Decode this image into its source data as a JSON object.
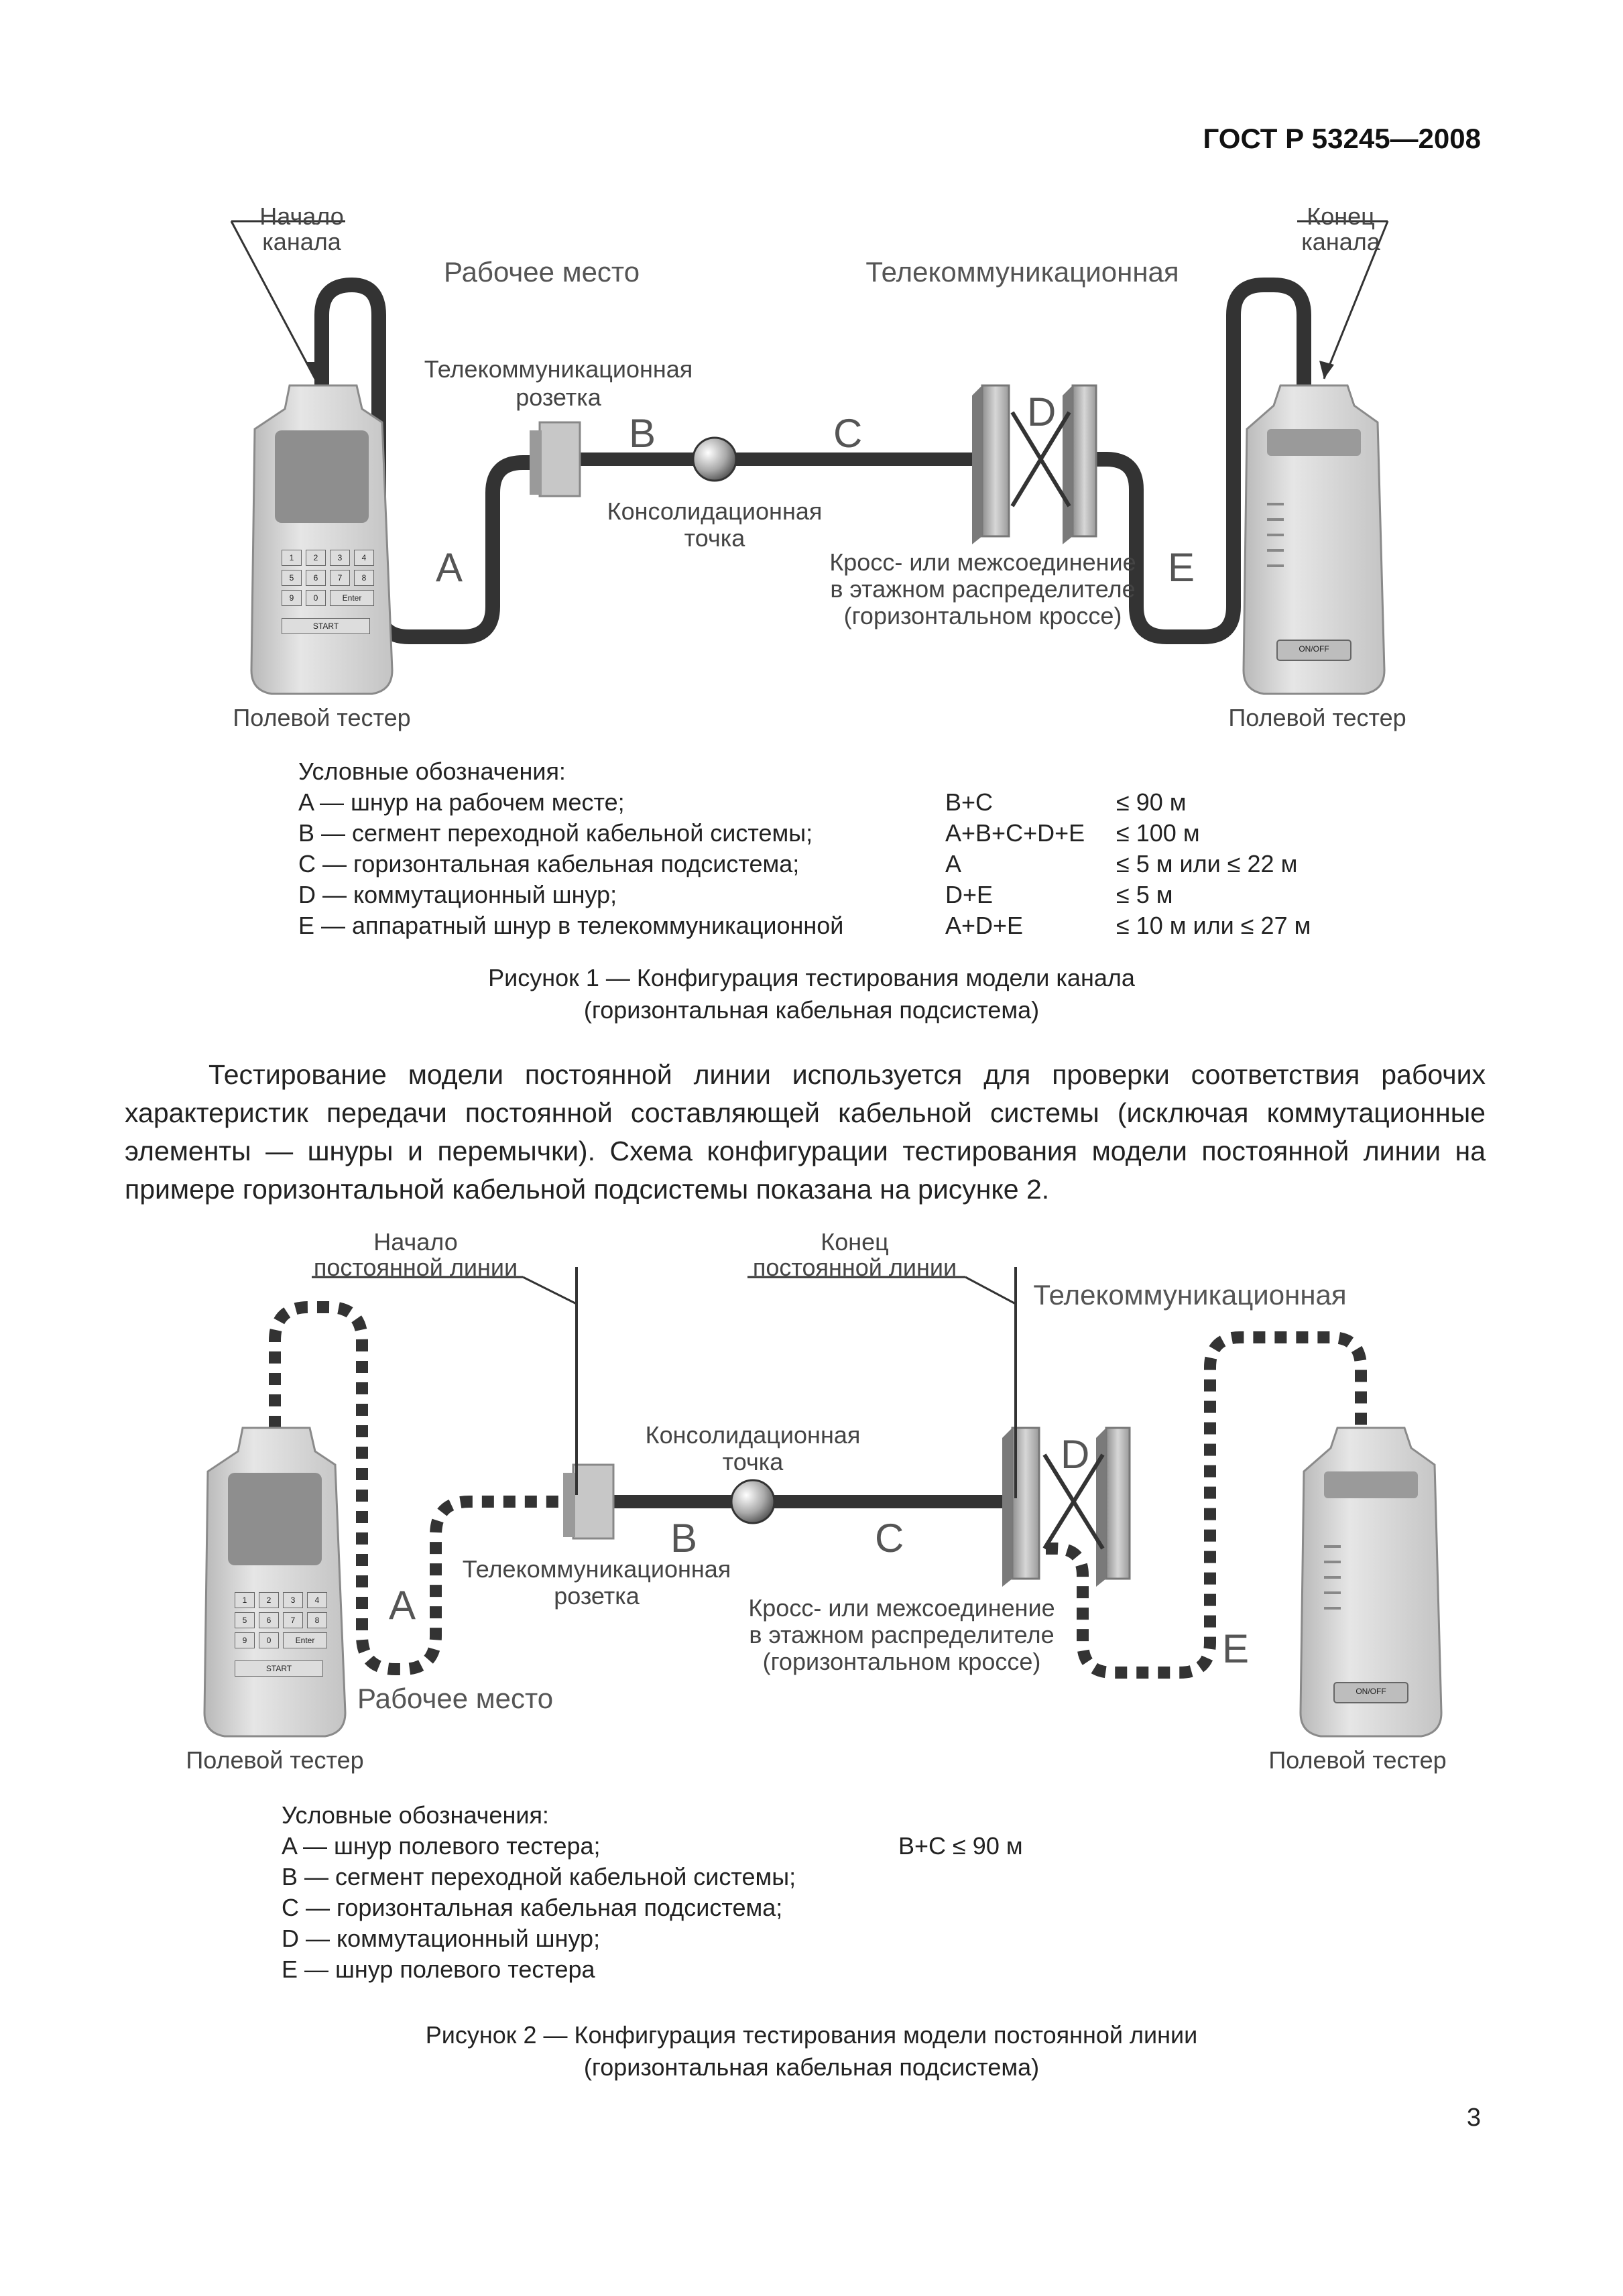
{
  "header": {
    "doc_id": "ГОСТ Р 53245—2008"
  },
  "figure1": {
    "start_label": [
      "Начало",
      "канала"
    ],
    "end_label": [
      "Конец",
      "канала"
    ],
    "workplace": "Рабочее место",
    "telecom_title": "Телекоммуникационная",
    "outlet": [
      "Телекоммуникационная",
      "розетка"
    ],
    "consolidation": [
      "Консолидационная",
      "точка"
    ],
    "cross": [
      "Кросс- или межсоединение",
      "в этажном распределителе",
      "(горизонтальном кроссе)"
    ],
    "letters": {
      "a": "A",
      "b": "B",
      "c": "C",
      "d": "D",
      "e": "E"
    },
    "tester_left": "Полевой тестер",
    "tester_right": "Полевой тестер",
    "keypad": [
      "1",
      "2",
      "3",
      "4",
      "5",
      "6",
      "7",
      "8",
      "9",
      "0",
      "Enter"
    ],
    "start_btn": "START",
    "onoff_btn": "ON/OFF",
    "legend_title": "Условные обозначения:",
    "legend": [
      {
        "term": "A — шнур на рабочем месте;",
        "combo": "B+C",
        "limit": "≤ 90 м"
      },
      {
        "term": "B — сегмент переходной кабельной системы;",
        "combo": "A+B+C+D+E",
        "limit": "≤ 100 м"
      },
      {
        "term": "C — горизонтальная кабельная подсистема;",
        "combo": "A",
        "limit": "≤ 5 м или ≤ 22 м"
      },
      {
        "term": "D — коммутационный шнур;",
        "combo": "D+E",
        "limit": "≤ 5 м"
      },
      {
        "term": "E — аппаратный шнур в телекоммуникационной",
        "combo": "A+D+E",
        "limit": "≤ 10 м или ≤ 27 м"
      }
    ],
    "caption": [
      "Рисунок 1 — Конфигурация тестирования модели канала",
      "(горизонтальная кабельная подсистема)"
    ]
  },
  "paragraph": "Тестирование модели постоянной линии используется для проверки соответствия рабочих характеристик передачи постоянной составляющей кабельной системы (исключая коммутационные элементы — шнуры и перемычки). Схема конфигурации тестирования модели постоянной линии на примере горизонтальной кабельной подсистемы показана на рисунке 2.",
  "figure2": {
    "start_label": [
      "Начало",
      "постоянной линии"
    ],
    "end_label": [
      "Конец",
      "постоянной линии"
    ],
    "telecom_title": "Телекоммуникационная",
    "consolidation": [
      "Консолидационная",
      "точка"
    ],
    "outlet": [
      "Телекоммуникационная",
      "розетка"
    ],
    "cross": [
      "Кросс- или межсоединение",
      "в этажном распределителе",
      "(горизонтальном кроссе)"
    ],
    "workplace": "Рабочее место",
    "letters": {
      "a": "A",
      "b": "B",
      "c": "C",
      "d": "D",
      "e": "E"
    },
    "tester_left": "Полевой тестер",
    "tester_right": "Полевой тестер",
    "keypad": [
      "1",
      "2",
      "3",
      "4",
      "5",
      "6",
      "7",
      "8",
      "9",
      "0",
      "Enter"
    ],
    "start_btn": "START",
    "onoff_btn": "ON/OFF",
    "legend_title": "Условные обозначения:",
    "legend": [
      {
        "term": "A — шнур полевого тестера;",
        "combo": "B+C ≤ 90 м"
      },
      {
        "term": "B — сегмент переходной кабельной системы;",
        "combo": ""
      },
      {
        "term": "C — горизонтальная кабельная подсистема;",
        "combo": ""
      },
      {
        "term": "D — коммутационный шнур;",
        "combo": ""
      },
      {
        "term": "E — шнур полевого тестера",
        "combo": ""
      }
    ],
    "caption": [
      "Рисунок 2 — Конфигурация тестирования модели постоянной линии",
      "(горизонтальная кабельная подсистема)"
    ]
  },
  "page_number": "3"
}
